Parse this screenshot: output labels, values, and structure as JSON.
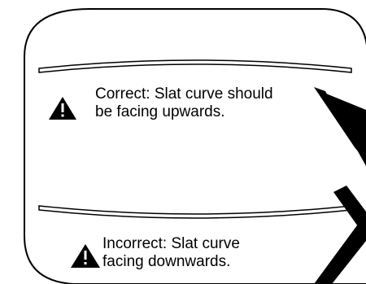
{
  "correct": {
    "line1": "Correct: Slat curve should",
    "line2": "be facing upwards."
  },
  "incorrect": {
    "line1": "Incorrect: Slat curve",
    "line2": "facing downwards."
  },
  "colors": {
    "stroke": "#000000",
    "background": "#ffffff"
  },
  "icons": [
    "warning-triangle-icon",
    "warning-triangle-icon"
  ]
}
